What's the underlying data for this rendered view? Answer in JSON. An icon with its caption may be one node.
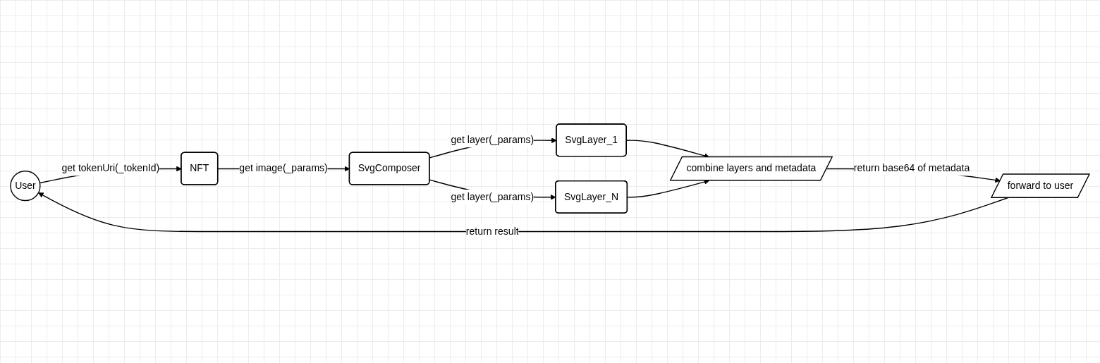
{
  "diagram": {
    "nodes": [
      {
        "text": [
          "User"
        ]
      },
      {
        "text": [
          "NFT"
        ]
      },
      {
        "text": [
          "SvgComposer"
        ]
      },
      {
        "text": [
          "SvgLayer_1"
        ]
      },
      {
        "text": [
          "SvgLayer_N"
        ]
      },
      {
        "text": [
          "combine layers and metadata"
        ]
      },
      {
        "text": [
          "forward to user"
        ]
      }
    ],
    "edges": [
      {
        "from": 0,
        "to": 1,
        "arrow": "to",
        "label": "get tokenUri(_tokenId)"
      },
      {
        "from": 1,
        "to": 2,
        "arrow": "to",
        "label": "get image(_params)"
      },
      {
        "from": 2,
        "to": 3,
        "arrow": "to",
        "label": "get layer(_params)"
      },
      {
        "from": 2,
        "to": 4,
        "arrow": "to",
        "label": "get layer(_params)"
      },
      {
        "from": 3,
        "to": 5,
        "arrow": "to"
      },
      {
        "from": 4,
        "to": 5,
        "arrow": "to"
      },
      {
        "from": 5,
        "to": 6,
        "arrow": "to",
        "label": "return base64 of metadata"
      },
      {
        "from": 6,
        "to": 0,
        "arrow": "to",
        "label": "return result"
      }
    ]
  }
}
